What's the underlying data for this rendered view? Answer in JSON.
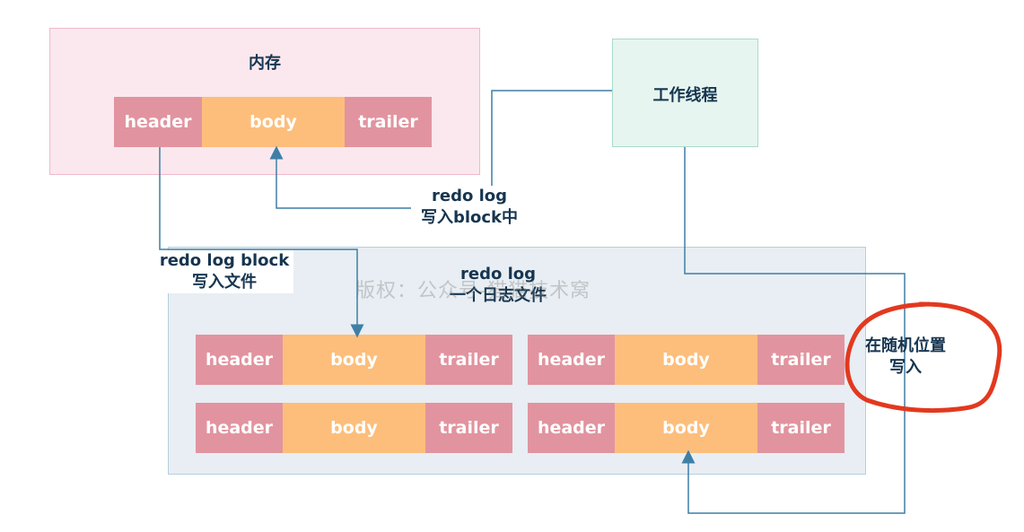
{
  "memory": {
    "title": "内存",
    "block": {
      "header": "header",
      "body": "body",
      "trailer": "trailer"
    }
  },
  "worker": {
    "title": "工作线程"
  },
  "file": {
    "title_line1": "redo log",
    "title_line2": "一个日志文件",
    "blocks": [
      {
        "header": "header",
        "body": "body",
        "trailer": "trailer"
      },
      {
        "header": "header",
        "body": "body",
        "trailer": "trailer"
      },
      {
        "header": "header",
        "body": "body",
        "trailer": "trailer"
      },
      {
        "header": "header",
        "body": "body",
        "trailer": "trailer"
      }
    ]
  },
  "labels": {
    "write_block_line1": "redo log",
    "write_block_line2": "写入block中",
    "write_file_line1": "redo log block",
    "write_file_line2": "写入文件",
    "random_line1": "在随机位置",
    "random_line2": "写入"
  },
  "watermark": "版权：公众号-猫猫技术窝",
  "colors": {
    "header_trailer": "#e1949f",
    "body": "#fdbe7b",
    "arrow": "#3f7fa6",
    "highlight": "#e2391f"
  }
}
